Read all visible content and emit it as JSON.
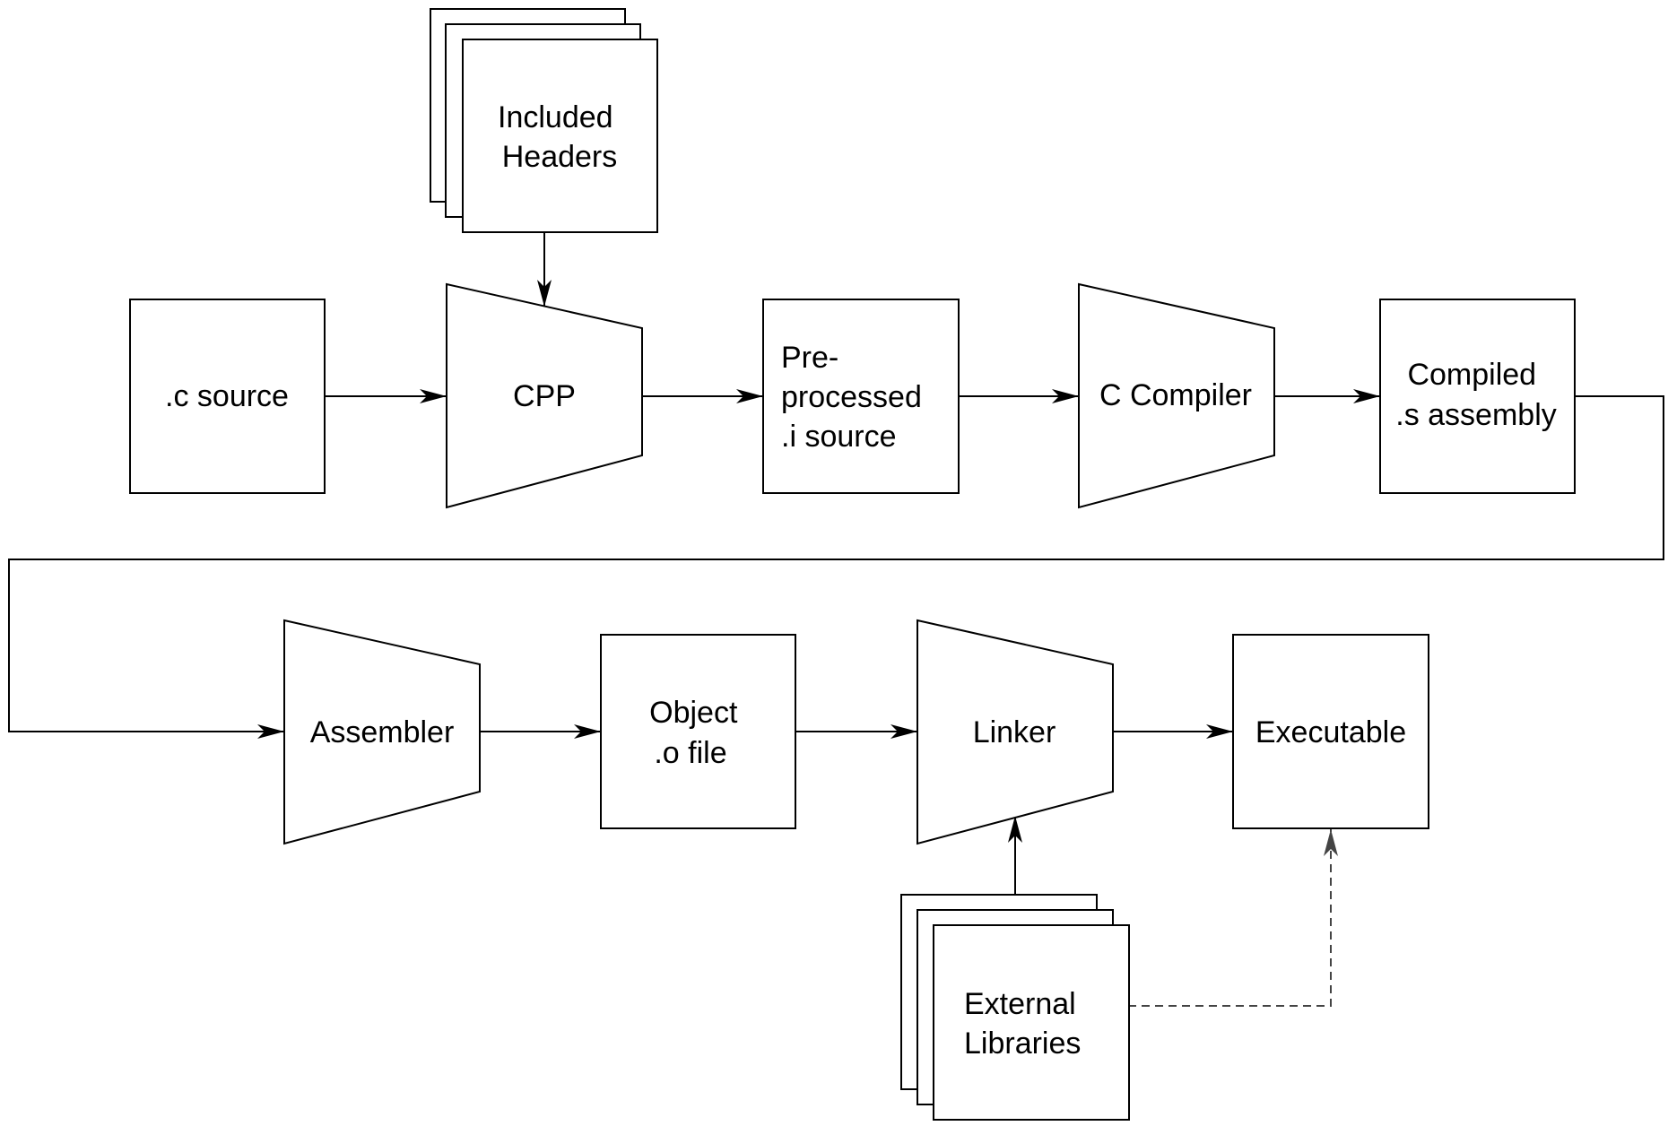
{
  "diagram": {
    "nodes": {
      "c_source": {
        "lines": [
          ".c source"
        ]
      },
      "headers": {
        "lines": [
          "Included",
          "Headers"
        ]
      },
      "cpp": {
        "lines": [
          "CPP"
        ]
      },
      "preprocessed": {
        "lines": [
          "Pre-",
          "processed",
          ".i source"
        ]
      },
      "c_compiler": {
        "lines": [
          "C Compiler"
        ]
      },
      "compiled": {
        "lines": [
          "Compiled",
          ".s assembly"
        ]
      },
      "assembler": {
        "lines": [
          "Assembler"
        ]
      },
      "object": {
        "lines": [
          "Object",
          ".o file"
        ]
      },
      "linker": {
        "lines": [
          "Linker"
        ]
      },
      "executable": {
        "lines": [
          "Executable"
        ]
      },
      "libraries": {
        "lines": [
          "External",
          "Libraries"
        ]
      }
    }
  }
}
